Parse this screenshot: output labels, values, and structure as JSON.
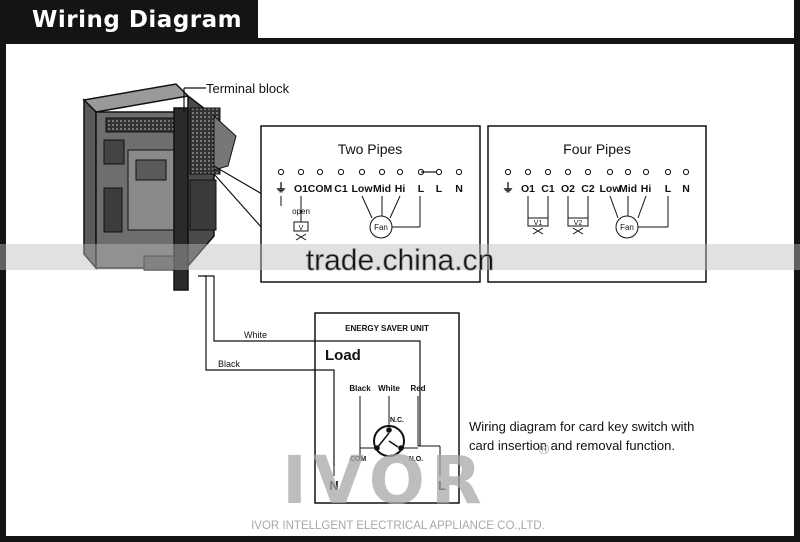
{
  "header": {
    "title": "Wiring Diagram"
  },
  "device": {
    "terminal_block_label": "Terminal block"
  },
  "two_pipes": {
    "title": "Two Pipes",
    "terminals": [
      "⏚",
      "O1",
      "COM",
      "C1",
      "Low",
      "Mid",
      "Hi",
      "L",
      "L",
      "N"
    ],
    "valve_open_label": "open",
    "valve_label": "V",
    "fan_label": "Fan"
  },
  "four_pipes": {
    "title": "Four Pipes",
    "terminals": [
      "⏚",
      "O1",
      "C1",
      "O2",
      "C2",
      "Low",
      "Mid",
      "Hi",
      "L",
      "N"
    ],
    "valve1_label": "V1",
    "valve2_label": "V2",
    "fan_label": "Fan"
  },
  "wires": {
    "white": "White",
    "black": "Black"
  },
  "energy_saver": {
    "title": "ENERGY SAVER UNIT",
    "load": "Load",
    "col_black": "Black",
    "col_white": "White",
    "col_red": "Red",
    "nc": "N.C.",
    "com": "COM",
    "no": "N.O.",
    "n": "N",
    "l": "L"
  },
  "description": {
    "line1": "Wiring diagram for card key switch with",
    "line2": "card insertion and removal function."
  },
  "watermark": {
    "text": "trade.china.cn"
  },
  "brand": {
    "logo": "IVOR",
    "registered": "®",
    "company": "IVOR INTELLGENT ELECTRICAL APPLIANCE CO.,LTD."
  },
  "colors": {
    "frame": "#141414",
    "line": "#111111",
    "watermark_band": "#bdbdbd",
    "logo": "#a8a8a8"
  }
}
